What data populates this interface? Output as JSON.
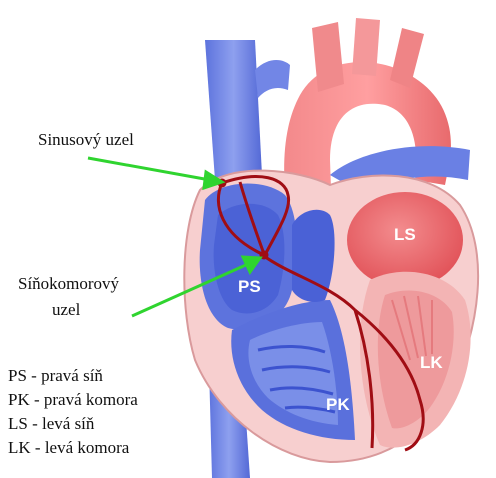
{
  "labels": {
    "sa_node": "Sinusový uzel",
    "av_node_line1": "Síňokomorový",
    "av_node_line2": "uzel",
    "ps": "PS",
    "ls": "LS",
    "pk": "PK",
    "lk": "LK"
  },
  "legend": [
    "PS - pravá síň",
    "PK - pravá komora",
    "LS - levá síň",
    "LK - levá komora"
  ],
  "colors": {
    "right_heart": "#6f84e6",
    "right_heart_dark": "#3f5ad8",
    "left_heart": "#ef6b6f",
    "myocardium": "#f5c9c9",
    "conduction": "#a00d14",
    "arrow": "#2fd42f"
  }
}
